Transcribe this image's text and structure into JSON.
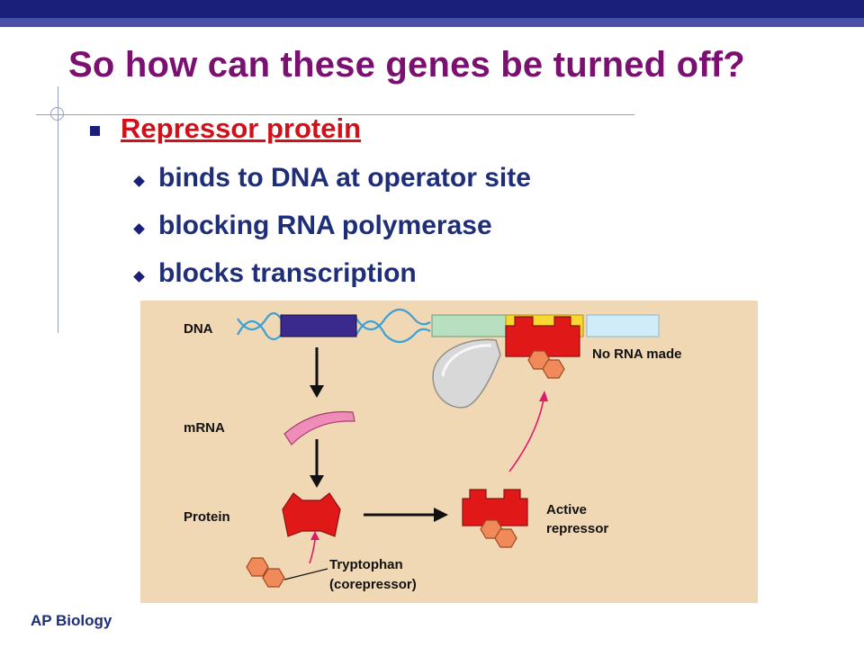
{
  "slide": {
    "title": "So how can these genes be turned off?",
    "bullet": "Repressor protein",
    "subbullets": [
      "binds to DNA at operator site",
      "blocking RNA polymerase",
      "blocks transcription"
    ],
    "footer": "AP Biology"
  },
  "figure": {
    "dna_label": "DNA",
    "mrna_label": "mRNA",
    "protein_label": "Protein",
    "no_rna_label": "No RNA made",
    "active_repressor_line1": "Active",
    "active_repressor_line2": "repressor",
    "tryptophan_line1": "Tryptophan",
    "tryptophan_line2": "(corepressor)",
    "colors": {
      "background": "#f1d8b4",
      "repressor": "#e01818",
      "tryptophan": "#f08a5a",
      "mrna": "#f08cb8",
      "gene_block": "#3a2a8e",
      "promoter": "#b8e0c0",
      "operator": "#f8d830",
      "downstream": "#d0ecf8",
      "dna_strand": "#3aa0d8",
      "arrow_pink": "#e0186a"
    }
  }
}
